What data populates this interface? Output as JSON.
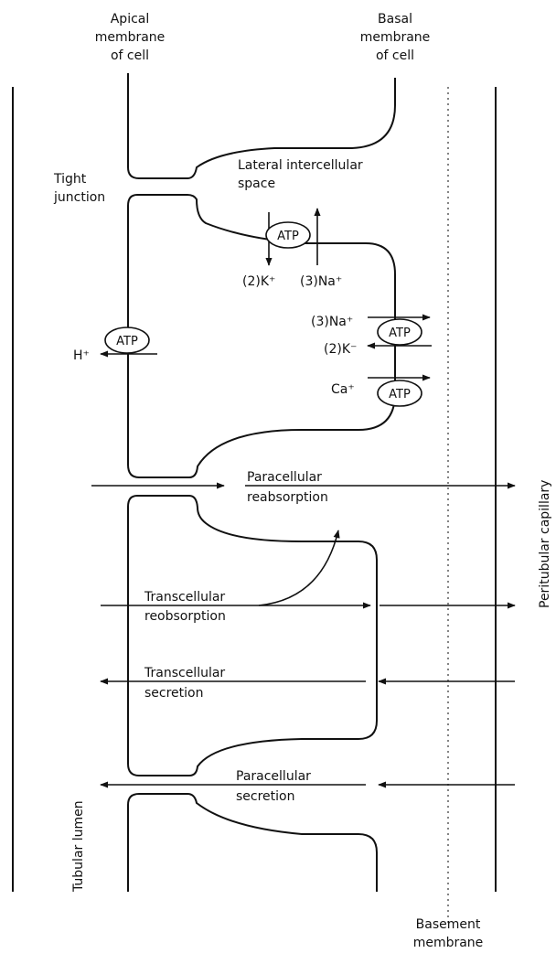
{
  "labels": {
    "apical_line1": "Apical",
    "apical_line2": "membrane",
    "apical_line3": "of cell",
    "basal_line1": "Basal",
    "basal_line2": "membrane",
    "basal_line3": "of cell",
    "tight_line1": "Tight",
    "tight_line2": "junction",
    "lateral_line1": "Lateral intercellular",
    "lateral_line2": "space",
    "paracellular_reabs_line1": "Paracellular",
    "paracellular_reabs_line2": "reabsorption",
    "transcellular_reabs_line1": "Transcellular",
    "transcellular_reabs_line2": "reobsorption",
    "transcellular_secr_line1": "Transcellular",
    "transcellular_secr_line2": "secretion",
    "paracellular_secr_line1": "Paracellular",
    "paracellular_secr_line2": "secretion",
    "tubular_lumen": "Tubular lumen",
    "peritubular_capillary": "Peritubular capillary",
    "basement_line1": "Basement",
    "basement_line2": "membrane"
  },
  "ions": {
    "k_top": "(2)K⁺",
    "na_top": "(3)Na⁺",
    "na_right": "(3)Na⁺",
    "k_right": "(2)K⁻",
    "ca_right": "Ca⁺",
    "h_left": "H⁺"
  },
  "atp": {
    "top": "ATP",
    "left": "ATP",
    "right_upper": "ATP",
    "right_lower": "ATP"
  },
  "colors": {
    "ink": "#111111",
    "background": "#ffffff"
  }
}
